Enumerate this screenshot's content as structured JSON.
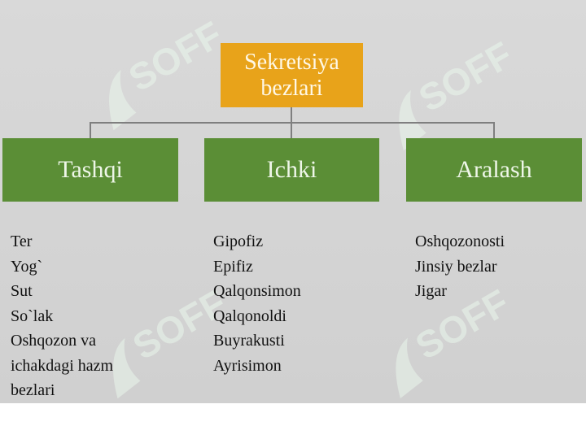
{
  "diagram": {
    "root": {
      "line1": "Sekretsiya",
      "line2": "bezlari"
    },
    "categories": [
      {
        "label": "Tashqi",
        "items": [
          "Ter",
          "Yog`",
          "Sut",
          "So`lak",
          "Oshqozon va",
          "ichakdagi hazm",
          "bezlari"
        ]
      },
      {
        "label": "Ichki",
        "items": [
          "Gipofiz",
          "Epifiz",
          "Qalqonsimon",
          "Qalqonoldi",
          "Buyrakusti",
          "Ayrisimon"
        ]
      },
      {
        "label": "Aralash",
        "items": [
          "Oshqozonosti",
          "Jinsiy bezlar",
          "Jigar"
        ]
      }
    ]
  },
  "watermark": {
    "text": "SOFF",
    "color": "#eaf7ec"
  },
  "colors": {
    "root_fill": "#e8a31a",
    "category_fill": "#5b8e36",
    "background": "#d6d6d6",
    "connector": "#7f7f7f"
  }
}
